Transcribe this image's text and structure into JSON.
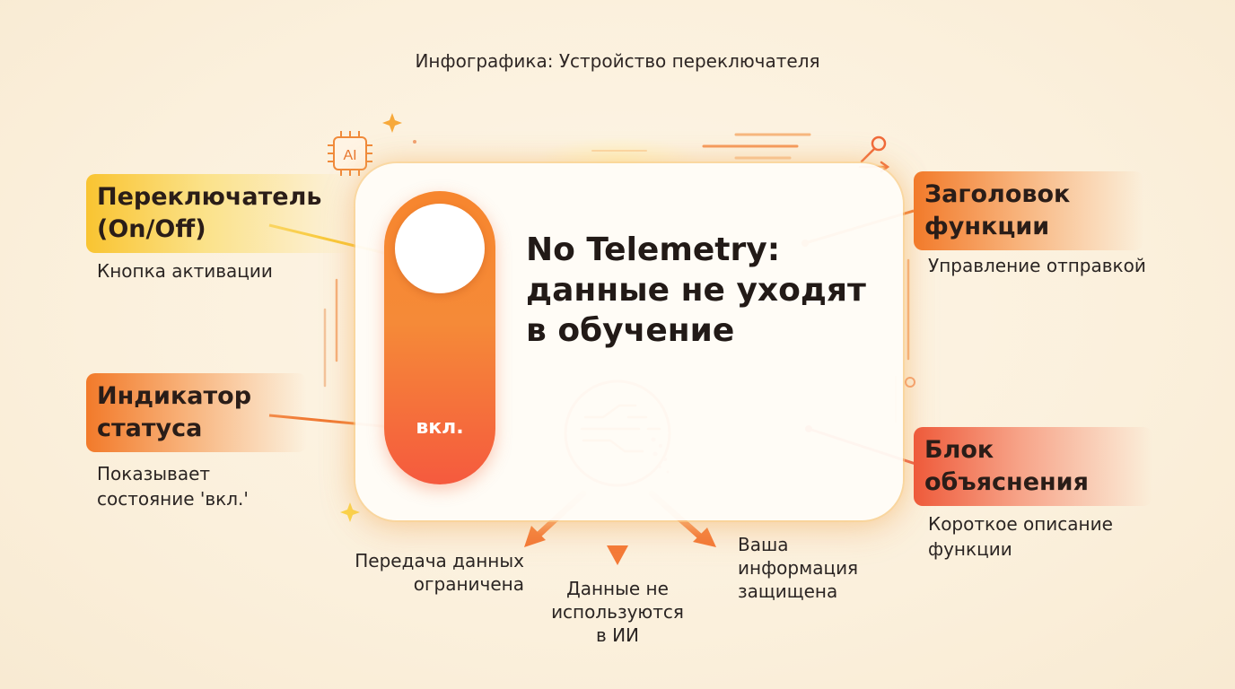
{
  "page_title": "Инфографика: Устройство переключателя",
  "chip_label": "AI",
  "card": {
    "headline_lines": [
      "No Telemetry:",
      "данные не уходят",
      "в обучение"
    ],
    "toggle_status": "вкл."
  },
  "callouts": {
    "toggle": {
      "title_lines": [
        "Переключатель",
        "(On/Off)"
      ],
      "desc": "Кнопка активации"
    },
    "status": {
      "title_lines": [
        "Индикатор",
        "статуса"
      ],
      "desc_lines": [
        "Показывает",
        "состояние 'вкл.'"
      ]
    },
    "header": {
      "title_lines": [
        "Заголовок",
        "функции"
      ],
      "desc": "Управление отправкой"
    },
    "explanation": {
      "title_lines": [
        "Блок",
        "объяснения"
      ],
      "desc_lines": [
        "Короткое описание",
        "функции"
      ]
    }
  },
  "branches": {
    "left": [
      "Передача данных",
      "ограничена"
    ],
    "middle": [
      "Данные не",
      "используются",
      "в ИИ"
    ],
    "right": [
      "Ваша",
      "информация",
      "защищена"
    ]
  },
  "colors": {
    "accent_orange": "#f5842f",
    "accent_red": "#f05a3c",
    "accent_yellow": "#f9c431",
    "background": "#fbf0dc"
  }
}
